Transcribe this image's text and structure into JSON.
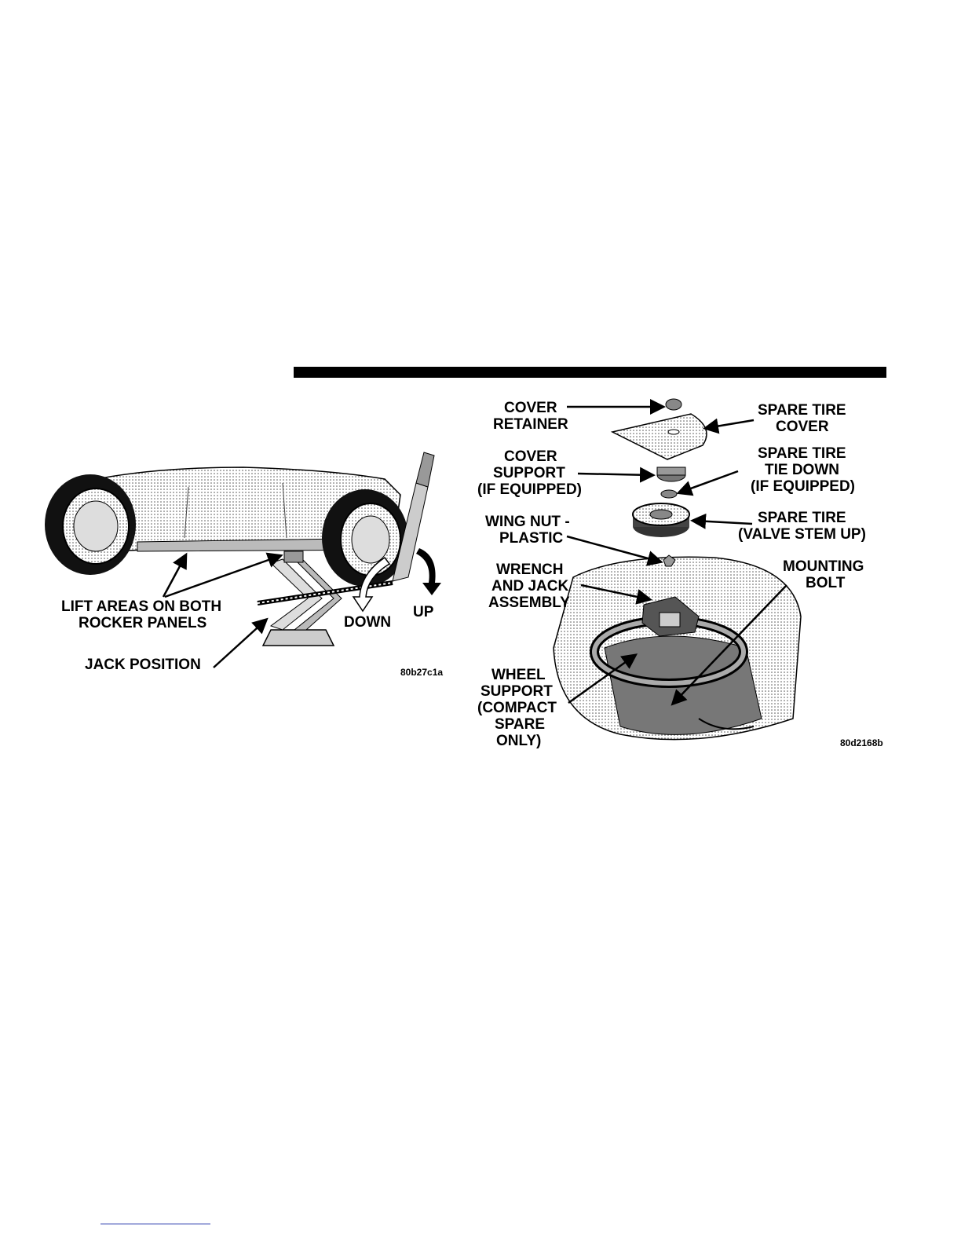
{
  "figure_left": {
    "labels": {
      "lift_areas_1": "LIFT AREAS ON BOTH",
      "lift_areas_2": "ROCKER PANELS",
      "jack_position": "JACK POSITION",
      "down": "DOWN",
      "up": "UP"
    },
    "code": "80b27c1a"
  },
  "figure_right": {
    "labels": {
      "cover_retainer_1": "COVER",
      "cover_retainer_2": "RETAINER",
      "cover_support_1": "COVER",
      "cover_support_2": "SUPPORT",
      "cover_support_3": "(IF EQUIPPED)",
      "wing_nut_1": "WING NUT -",
      "wing_nut_2": "PLASTIC",
      "wrench_1": "WRENCH",
      "wrench_2": "AND JACK",
      "wrench_3": "ASSEMBLY",
      "wheel_support_1": "WHEEL",
      "wheel_support_2": "SUPPORT",
      "wheel_support_3": "(COMPACT",
      "wheel_support_4": "SPARE",
      "wheel_support_5": "ONLY)",
      "spare_cover_1": "SPARE TIRE",
      "spare_cover_2": "COVER",
      "tie_down_1": "SPARE TIRE",
      "tie_down_2": "TIE DOWN",
      "tie_down_3": "(IF EQUIPPED)",
      "spare_tire_1": "SPARE TIRE",
      "spare_tire_2": "(VALVE STEM UP)",
      "mounting_1": "MOUNTING",
      "mounting_2": "BOLT"
    },
    "code": "80d2168b"
  }
}
